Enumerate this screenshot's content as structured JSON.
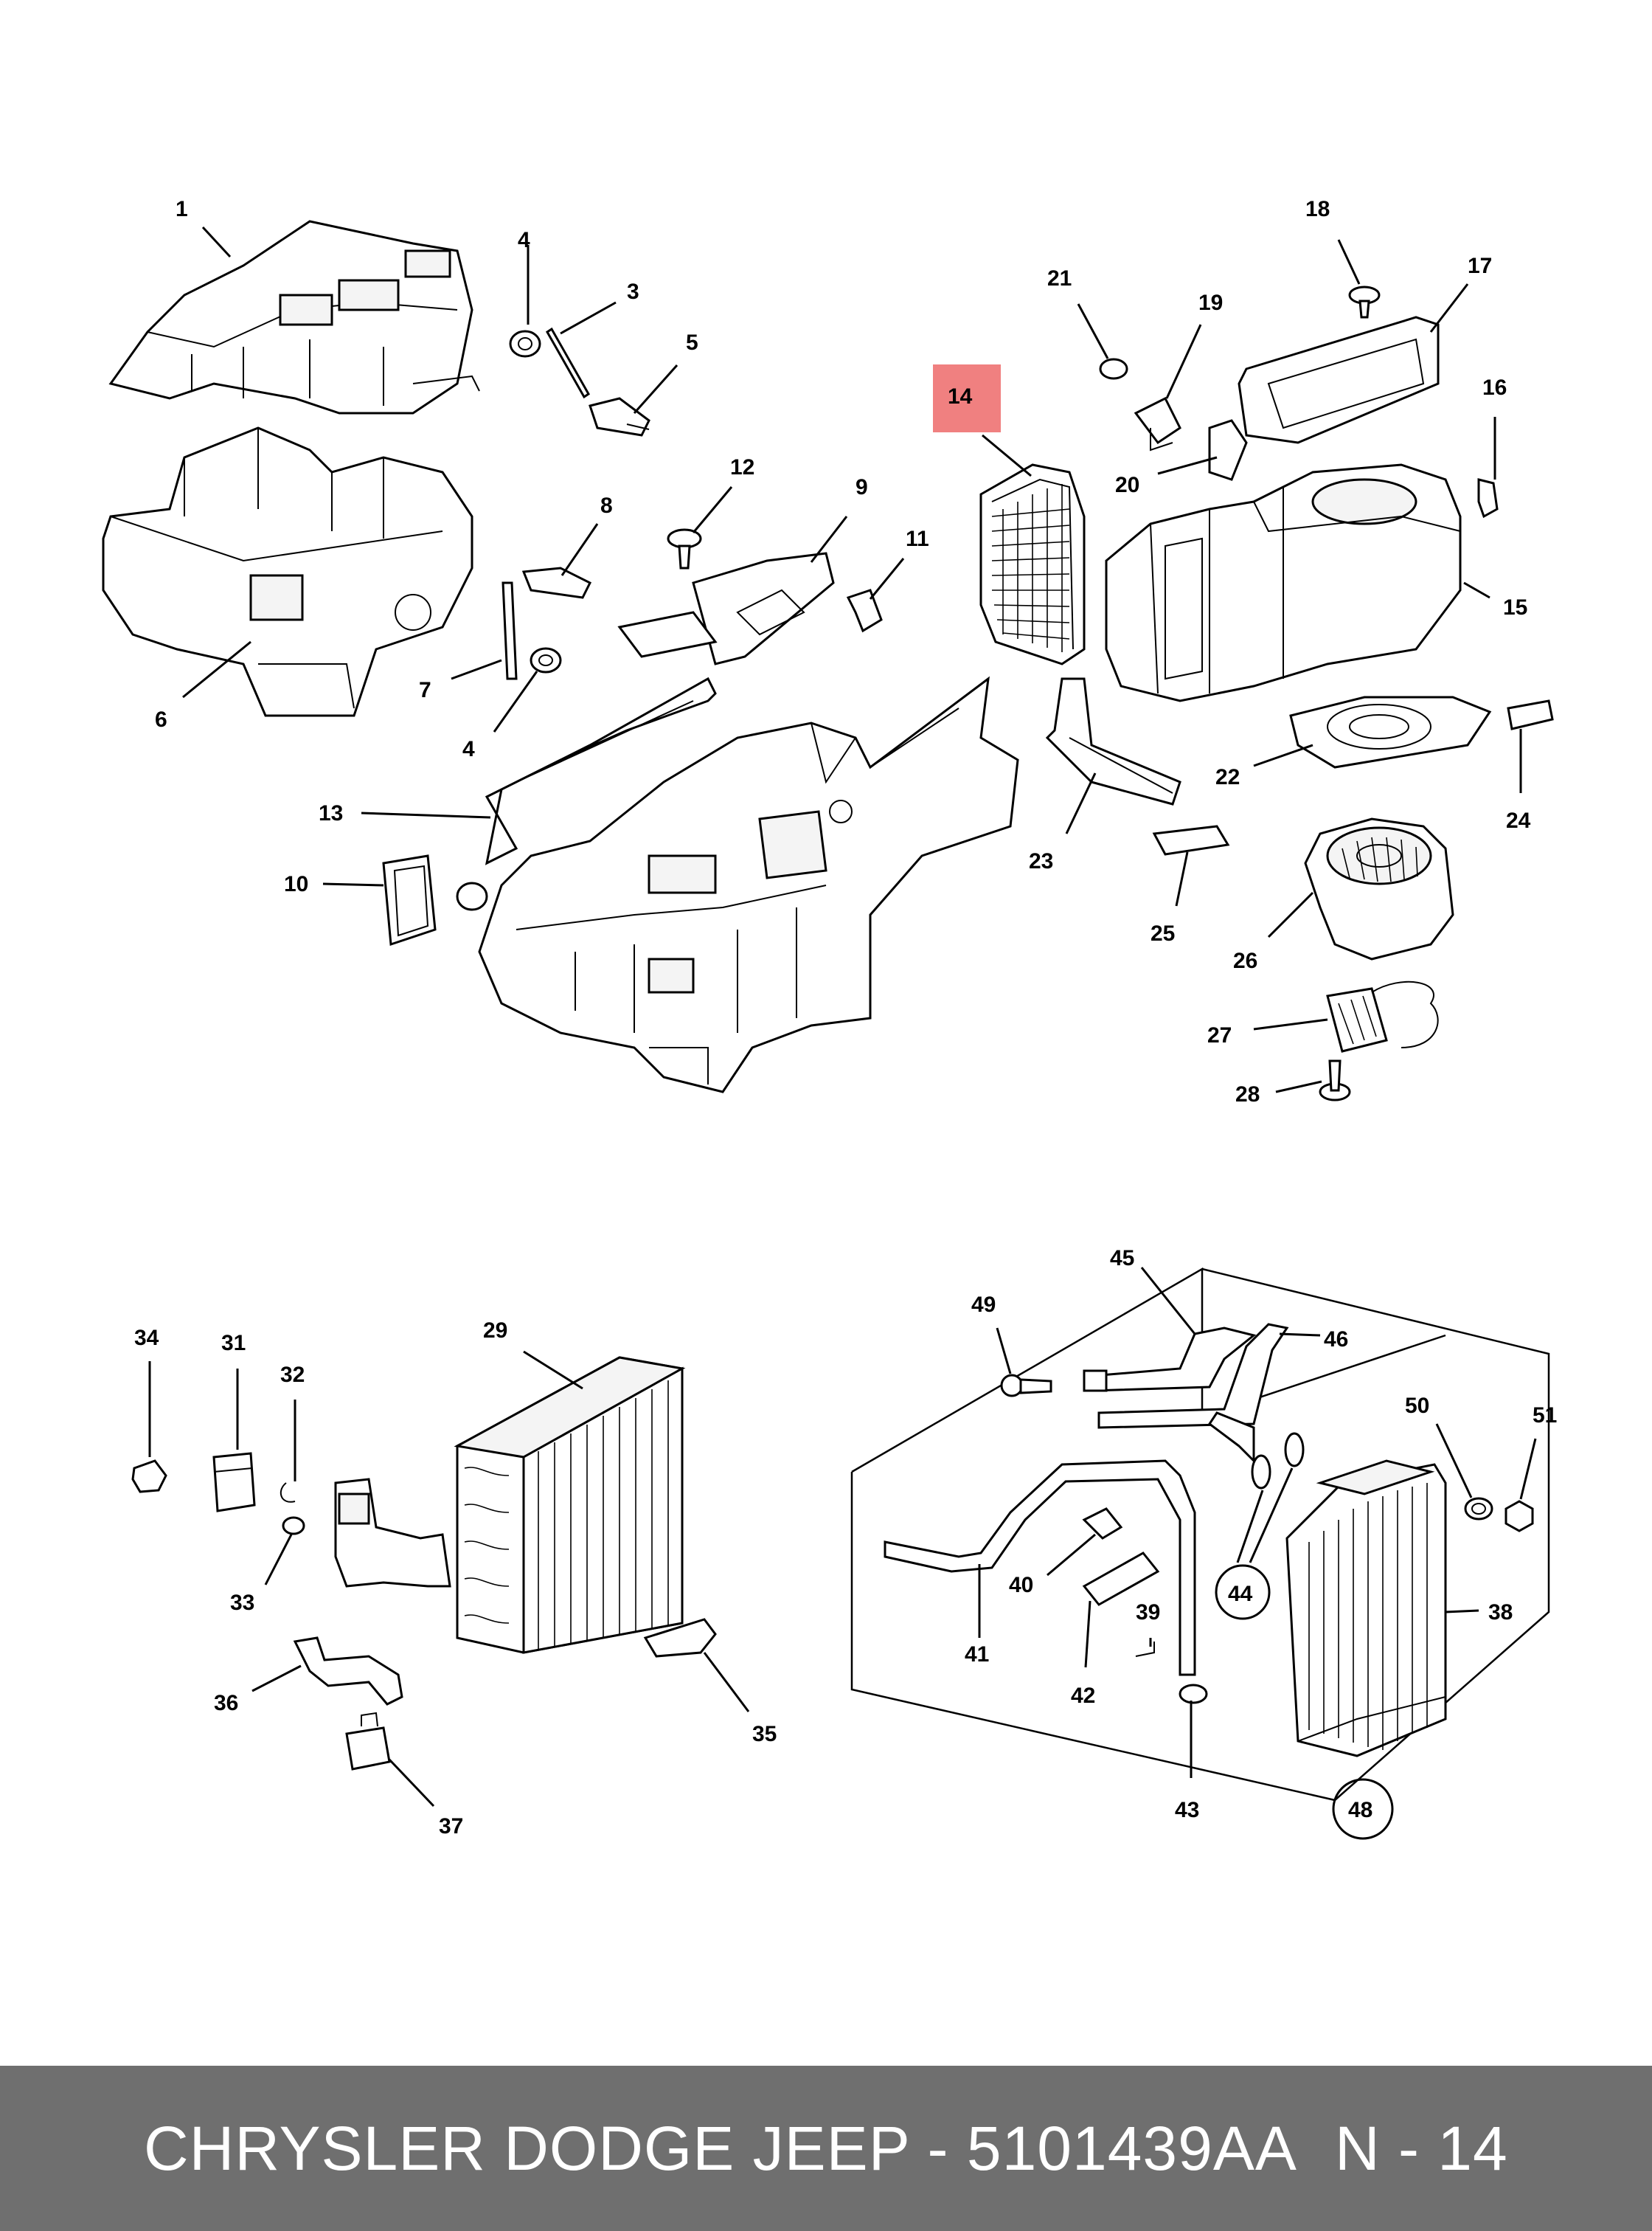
{
  "footer": {
    "brand_part": "CHRYSLER DODGE JEEP - 5101439AA",
    "page": "N - 14"
  },
  "highlight": {
    "callout": "14",
    "color": "#f08080"
  },
  "callouts": {
    "c1": "1",
    "c3": "3",
    "c4a": "4",
    "c4b": "4",
    "c5": "5",
    "c6": "6",
    "c7": "7",
    "c8": "8",
    "c9": "9",
    "c10": "10",
    "c11": "11",
    "c12": "12",
    "c13": "13",
    "c15": "15",
    "c16": "16",
    "c17": "17",
    "c18": "18",
    "c19": "19",
    "c20": "20",
    "c21": "21",
    "c22": "22",
    "c23": "23",
    "c24": "24",
    "c25": "25",
    "c26": "26",
    "c27": "27",
    "c28": "28",
    "c29": "29",
    "c31": "31",
    "c32": "32",
    "c33": "33",
    "c34": "34",
    "c35": "35",
    "c36": "36",
    "c37": "37",
    "c38": "38",
    "c39": "39",
    "c40": "40",
    "c41": "41",
    "c42": "42",
    "c43": "43",
    "c44": "44",
    "c45": "45",
    "c46": "46",
    "c48": "48",
    "c49": "49",
    "c50": "50",
    "c51": "51"
  }
}
